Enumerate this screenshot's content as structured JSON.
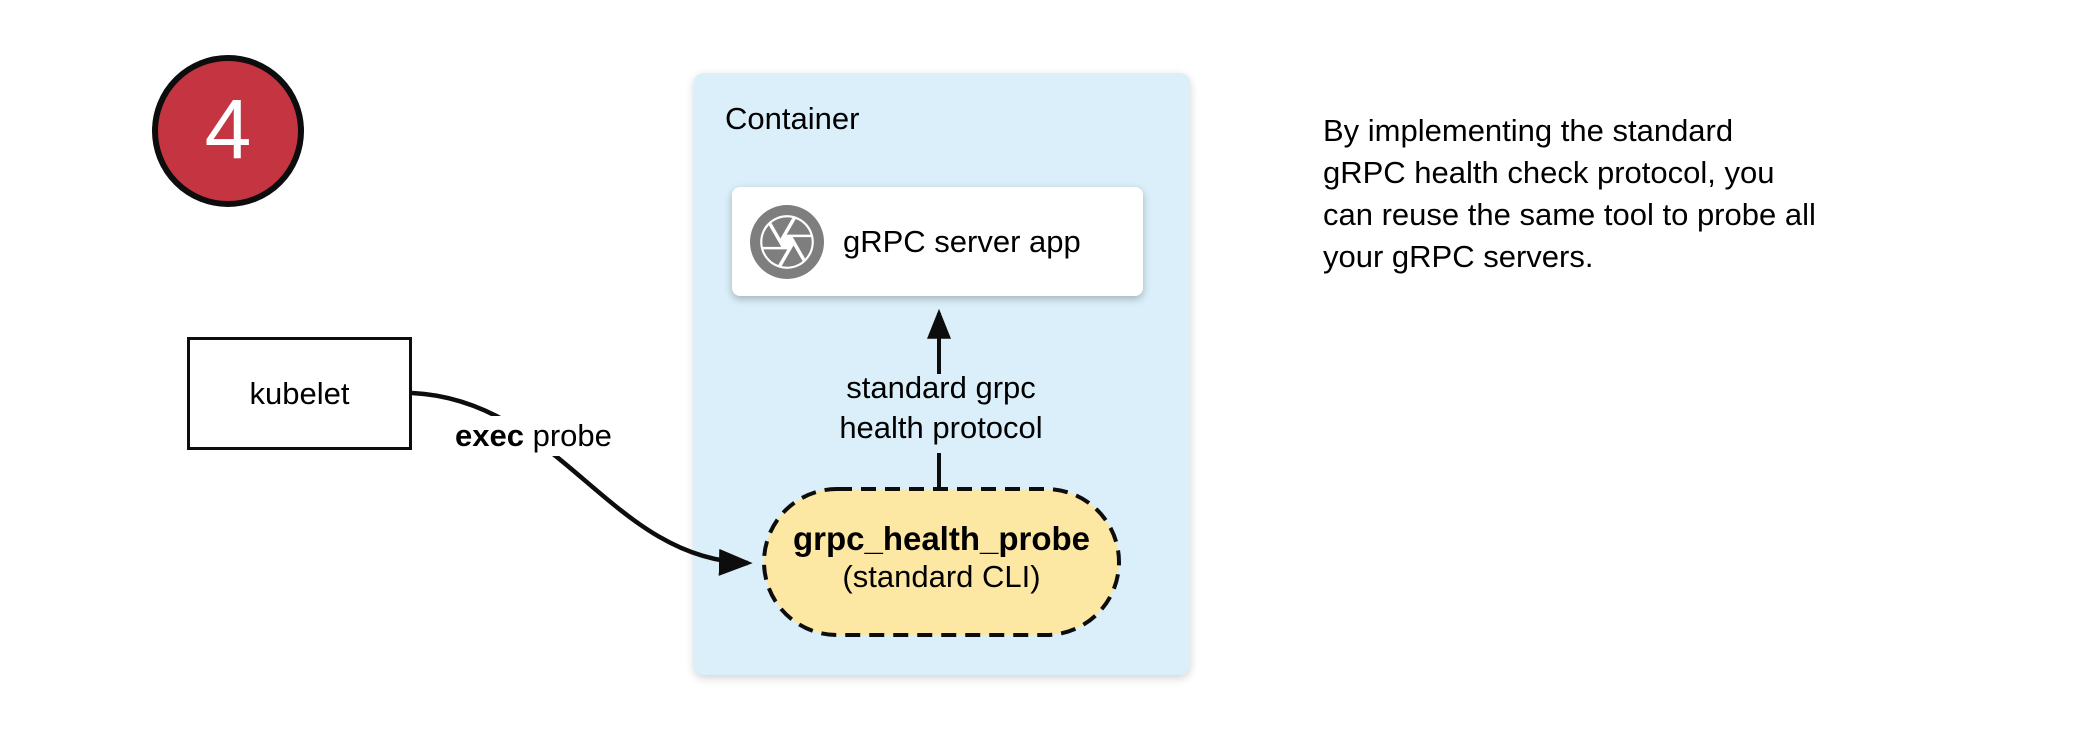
{
  "step_badge": {
    "number": "4",
    "fill_color": "#C43441"
  },
  "kubelet_box": {
    "label": "kubelet"
  },
  "exec_probe_label": {
    "bold": "exec",
    "rest": " probe"
  },
  "container": {
    "title": "Container",
    "server_box": {
      "label": "gRPC server app",
      "icon": "aperture-icon"
    },
    "protocol_label": {
      "line1": "standard grpc",
      "line2": "health protocol"
    },
    "probe_box": {
      "title": "grpc_health_probe",
      "subtitle": "(standard CLI)",
      "fill": "#FCE7A3"
    }
  },
  "caption": {
    "lines": [
      "By implementing the standard",
      "gRPC health check protocol, you",
      "can reuse the same tool to probe all",
      "your gRPC servers."
    ]
  },
  "colors": {
    "container_bg": "#DAEFFA",
    "probe_fill": "#FCE7A3",
    "badge_red": "#C43441",
    "icon_gray": "#7E7E7E",
    "line_black": "#0d0d0d"
  }
}
